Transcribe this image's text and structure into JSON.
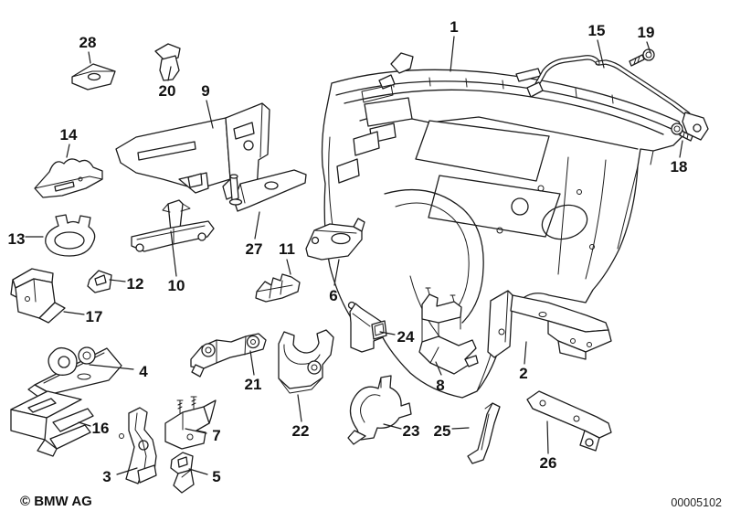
{
  "colors": {
    "background": "#ffffff",
    "line": "#1c1c1c",
    "text": "#111111"
  },
  "callouts": {
    "c1": "1",
    "c2": "2",
    "c3": "3",
    "c4": "4",
    "c5": "5",
    "c6": "6",
    "c7": "7",
    "c8": "8",
    "c9": "9",
    "c10": "10",
    "c11": "11",
    "c12": "12",
    "c13": "13",
    "c14": "14",
    "c15": "15",
    "c16": "16",
    "c17": "17",
    "c18": "18",
    "c19": "19",
    "c20": "20",
    "c21": "21",
    "c22": "22",
    "c23": "23",
    "c24": "24",
    "c25": "25",
    "c26": "26",
    "c27": "27",
    "c28": "28"
  },
  "footer": {
    "copyright": "© BMW AG",
    "diagram_number": "00005102"
  }
}
